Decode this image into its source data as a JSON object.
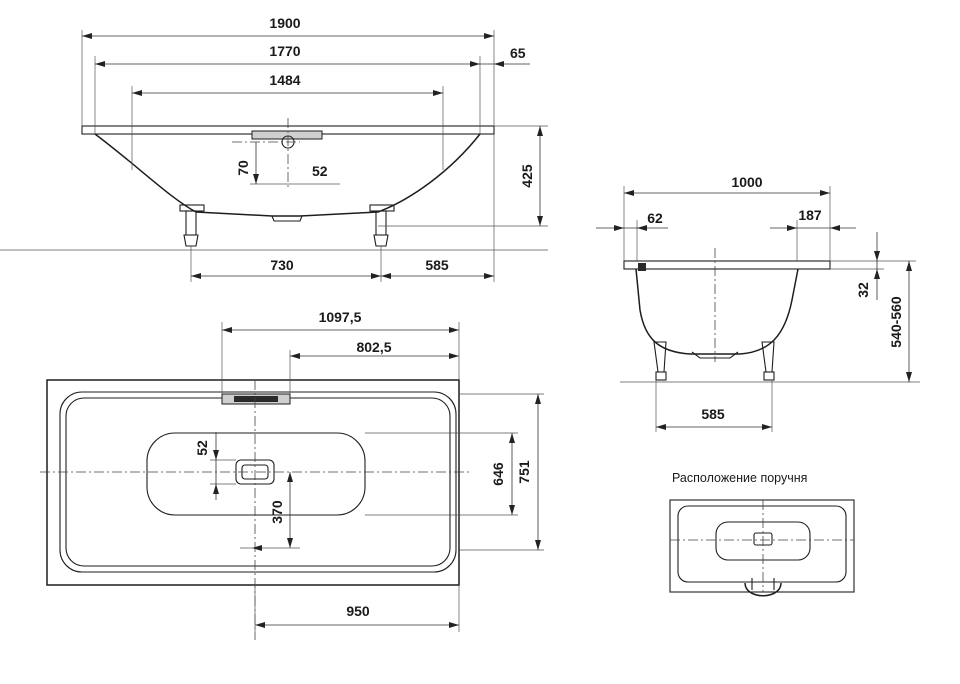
{
  "side_view": {
    "dim_overall_length": "1900",
    "dim_inner_length": "1770",
    "dim_bottom_length": "1484",
    "dim_rim_overhang": "65",
    "dim_overflow_height": "70",
    "dim_overflow_width": "52",
    "dim_depth": "425",
    "dim_leg_spacing": "730",
    "dim_leg_to_end": "585"
  },
  "end_view": {
    "dim_width": "1000",
    "dim_rim_left": "62",
    "dim_rim_right": "187",
    "dim_rim_height": "32",
    "dim_install_height": "540-560",
    "dim_leg_spacing": "585"
  },
  "top_view": {
    "dim_overflow_from_end": "1097,5",
    "dim_overflow_offset": "802,5",
    "dim_drain_size": "52",
    "dim_inner_width": "646",
    "dim_overall_width": "751",
    "dim_drain_offset": "370",
    "dim_drain_from_end": "950"
  },
  "handle_inset": {
    "caption": "Расположение поручня"
  }
}
